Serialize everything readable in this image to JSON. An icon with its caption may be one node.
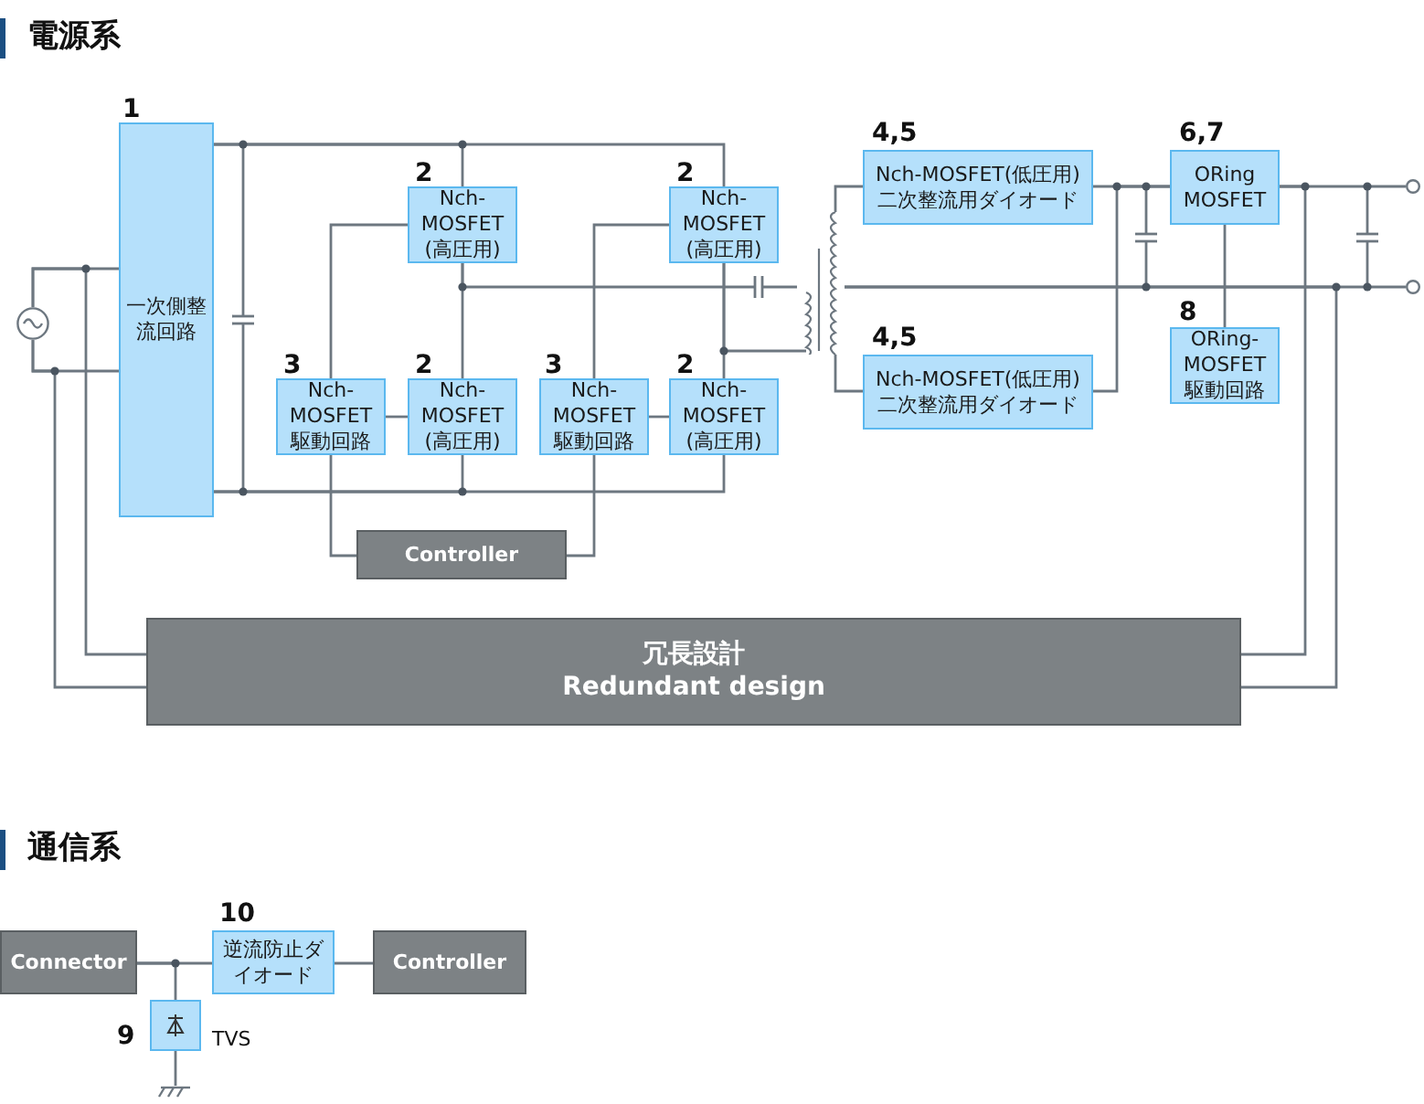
{
  "diagram": {
    "nodes": [
      {
        "text": [],
        "shape": "circle"
      },
      {
        "text": [
          "一次側整流回路"
        ],
        "beside": [
          "1"
        ]
      },
      {
        "text": [
          "Nch-MOSFET (高圧用)"
        ],
        "beside": [
          "2"
        ]
      },
      {
        "text": [
          "Nch-MOSFET (高圧用)"
        ],
        "beside": [
          "2"
        ]
      },
      {
        "text": [
          "Nch-MOSFET 駆動回路"
        ],
        "beside": [
          "3"
        ]
      },
      {
        "text": [
          "Nch-MOSFET (高圧用)"
        ],
        "beside": [
          "2"
        ]
      },
      {
        "text": [
          "Nch-MOSFET 駆動回路"
        ],
        "beside": [
          "3"
        ]
      },
      {
        "text": [
          "Nch-MOSFET (高圧用)"
        ],
        "beside": [
          "2"
        ]
      },
      {
        "text": [
          "Controller"
        ]
      },
      {
        "text": [],
        "shape": "picture"
      },
      {
        "text": [
          "Nch-MOSFET(低圧用) 二次整流用ダイオード"
        ],
        "beside": [
          "4,5"
        ]
      },
      {
        "text": [
          "Nch-MOSFET(低圧用) 二次整流用ダイオード"
        ],
        "beside": [
          "4,5"
        ]
      },
      {
        "text": [
          "ORing MOSFET"
        ],
        "beside": [
          "6,7"
        ]
      },
      {
        "text": [
          "ORing-MOSFET 駆動回路"
        ],
        "beside": [
          "8"
        ]
      },
      {
        "text": [
          "冗長設計",
          "Redundant design"
        ]
      },
      {
        "text": [
          "Connector"
        ]
      },
      {
        "text": [
          "逆流防止ダイオード"
        ],
        "beside": [
          "10"
        ]
      },
      {
        "text": [
          "Controller"
        ]
      },
      {
        "text": [],
        "shape": "box",
        "beside": [
          "9",
          "TVS"
        ]
      },
      {
        "text": [],
        "shape": "circle"
      },
      {
        "text": [],
        "shape": "circle"
      }
    ],
    "edges": [
      {
        "from": 0,
        "to": 1,
        "arrow": "none"
      },
      {
        "from": 0,
        "to": 1,
        "arrow": "none"
      },
      {
        "from": 1,
        "to": 2,
        "arrow": "none"
      },
      {
        "from": 1,
        "to": 3,
        "arrow": "none"
      },
      {
        "from": 1,
        "to": 5,
        "arrow": "none"
      },
      {
        "from": 1,
        "to": 7,
        "arrow": "none"
      },
      {
        "from": 2,
        "to": 5,
        "arrow": "none"
      },
      {
        "from": 3,
        "to": 7,
        "arrow": "none"
      },
      {
        "from": 4,
        "to": 2,
        "arrow": "none"
      },
      {
        "from": 4,
        "to": 5,
        "arrow": "none"
      },
      {
        "from": 6,
        "to": 3,
        "arrow": "none"
      },
      {
        "from": 6,
        "to": 7,
        "arrow": "none"
      },
      {
        "from": 4,
        "to": 8,
        "arrow": "none"
      },
      {
        "from": 6,
        "to": 8,
        "arrow": "none"
      },
      {
        "from": 2,
        "to": 9,
        "arrow": "none"
      },
      {
        "from": 3,
        "to": 9,
        "arrow": "none"
      },
      {
        "from": 9,
        "to": 10,
        "arrow": "none"
      },
      {
        "from": 9,
        "to": 11,
        "arrow": "none"
      },
      {
        "from": 9,
        "to": 20,
        "arrow": "none"
      },
      {
        "from": 10,
        "to": 12,
        "arrow": "none"
      },
      {
        "from": 11,
        "to": 12,
        "arrow": "none"
      },
      {
        "from": 12,
        "to": 13,
        "arrow": "none"
      },
      {
        "from": 12,
        "to": 19,
        "arrow": "none"
      },
      {
        "from": 0,
        "to": 14,
        "arrow": "none"
      },
      {
        "from": 0,
        "to": 14,
        "arrow": "none"
      },
      {
        "from": 12,
        "to": 14,
        "arrow": "none"
      },
      {
        "from": 9,
        "to": 14,
        "arrow": "none"
      },
      {
        "from": 15,
        "to": 16,
        "arrow": "none"
      },
      {
        "from": 16,
        "to": 17,
        "arrow": "none"
      },
      {
        "from": 15,
        "to": 18,
        "arrow": "none"
      },
      {
        "from": 18,
        "to": null,
        "arrow": "none"
      }
    ],
    "labels": [
      "電源系",
      "通信系"
    ]
  }
}
